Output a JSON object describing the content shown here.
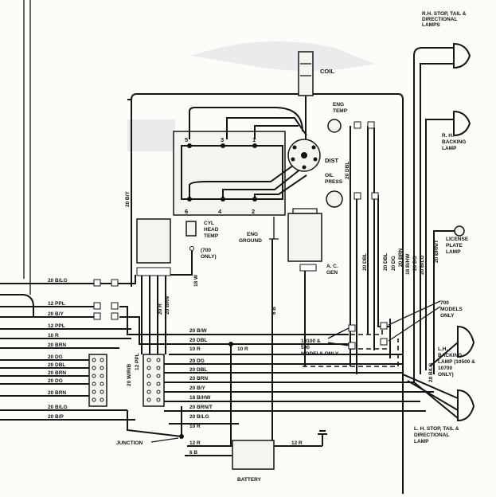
{
  "components": {
    "coil": "COIL",
    "eng_temp": [
      "ENG",
      "TEMP"
    ],
    "dist": "DIST",
    "oil_press": [
      "OIL",
      "PRESS"
    ],
    "cyl_head_temp": [
      "CYL",
      "HEAD",
      "TEMP"
    ],
    "eng_ground": [
      "ENG",
      "GROUND"
    ],
    "ac_gen": [
      "A. C.",
      "GEN"
    ],
    "seven_hundred_only": [
      "(700",
      "ONLY)"
    ],
    "battery": "BATTERY",
    "junction": "JUNCTION",
    "models_10100_500": [
      "10100 &",
      "500",
      "MODELS ONLY"
    ],
    "models_700": [
      "700",
      "MODELS",
      "ONLY"
    ],
    "license_plate_lamp": [
      "LICENSE",
      "PLATE",
      "LAMP"
    ],
    "rh_stop_lamp": [
      "R.H. STOP, TAIL &",
      "DIRECTIONAL",
      "LAMPS"
    ],
    "rh_backing_lamp": [
      "R. H.",
      "BACKING",
      "LAMP"
    ],
    "lh_backing_lamp": [
      "L.H.",
      "BACKING",
      "LAMP (10500 &",
      "10700",
      "ONLY)"
    ],
    "lh_stop_lamp": [
      "L. H. STOP, TAIL &",
      "DIRECTIONAL",
      "LAMP"
    ],
    "plug_numbers": [
      "5",
      "3",
      "1",
      "6",
      "4",
      "2"
    ]
  },
  "wire_labels": {
    "left_stubs": [
      "20 B/LG",
      "12 PPL",
      "20 B/Y",
      "12 PPL",
      "10 R",
      "20 BRN",
      "20 DG",
      "20 DBL",
      "20 BRN",
      "20 DG",
      "20 BRN",
      "20 B/LG",
      "20 B/P"
    ],
    "mid_rows": [
      "20 B/W",
      "20 DBL",
      "10 R",
      "10 R",
      "20 DG",
      "20 DBL",
      "20 BRN",
      "20 B/Y",
      "18 B/HW",
      "20 BRN/T",
      "20 B/LG",
      "10 R",
      "12 R",
      "6 B",
      "12 R"
    ],
    "vertical": [
      "20 B/Y",
      "18 W",
      "20 BRN",
      "20 R",
      "20 W/R/B",
      "12 PPL",
      "6 B",
      "20 DBL",
      "20 DBL",
      "20 DBL",
      "20 DG",
      "20 BRN",
      "18 B/HW",
      "20 DG",
      "20 B/LG",
      "20 BRN/T",
      "20 B/LG"
    ]
  }
}
